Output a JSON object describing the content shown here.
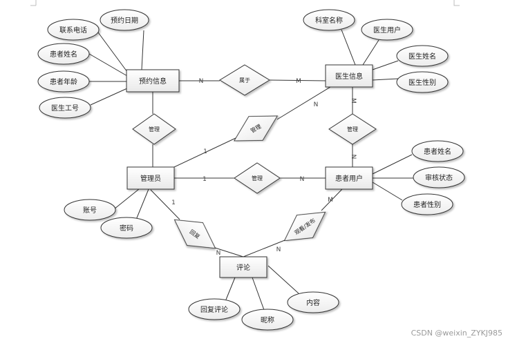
{
  "entities": [
    {
      "id": "appointment",
      "label": "预约信息"
    },
    {
      "id": "doctor",
      "label": "医生信息"
    },
    {
      "id": "admin",
      "label": "管理员"
    },
    {
      "id": "patient",
      "label": "患者用户"
    },
    {
      "id": "comment",
      "label": "评论"
    }
  ],
  "relationships": [
    {
      "id": "rel-belongs",
      "label": "属于"
    },
    {
      "id": "rel-manage-appt",
      "label": "管理"
    },
    {
      "id": "rel-manage-doctor-admin",
      "label": "管理"
    },
    {
      "id": "rel-manage-doctor-patient",
      "label": "管理"
    },
    {
      "id": "rel-manage-patient",
      "label": "管理"
    },
    {
      "id": "rel-reply",
      "label": "回复"
    },
    {
      "id": "rel-view-post",
      "label": "观看/发布"
    }
  ],
  "attributes": [
    {
      "id": "attr-appt-date",
      "label": "预约日期"
    },
    {
      "id": "attr-contact",
      "label": "联系电话"
    },
    {
      "id": "attr-appt-pname",
      "label": "患者姓名"
    },
    {
      "id": "attr-appt-page",
      "label": "患者年龄"
    },
    {
      "id": "attr-appt-docid",
      "label": "医生工号"
    },
    {
      "id": "attr-dept",
      "label": "科室名称"
    },
    {
      "id": "attr-doc-user",
      "label": "医生用户"
    },
    {
      "id": "attr-doc-name",
      "label": "医生姓名"
    },
    {
      "id": "attr-doc-sex",
      "label": "医生性别"
    },
    {
      "id": "attr-admin-account",
      "label": "账号"
    },
    {
      "id": "attr-admin-pwd",
      "label": "密码"
    },
    {
      "id": "attr-pat-name",
      "label": "患者姓名"
    },
    {
      "id": "attr-pat-status",
      "label": "审核状态"
    },
    {
      "id": "attr-pat-sex",
      "label": "患者性别"
    },
    {
      "id": "attr-reply-comment",
      "label": "回复评论"
    },
    {
      "id": "attr-nickname",
      "label": "昵称"
    },
    {
      "id": "attr-content",
      "label": "内容"
    }
  ],
  "cardinalities": [
    {
      "id": "card-appt-belongs",
      "label": "N"
    },
    {
      "id": "card-doctor-belongs",
      "label": "M"
    },
    {
      "id": "card-admin-manage-doctor",
      "label": "1"
    },
    {
      "id": "card-doctor-manage-admin",
      "label": "N"
    },
    {
      "id": "card-doctor-manage-patient",
      "label": "M"
    },
    {
      "id": "card-patient-manage-doctor",
      "label": "N"
    },
    {
      "id": "card-admin-manage-patient",
      "label": "1"
    },
    {
      "id": "card-patient-manage-admin",
      "label": "N"
    },
    {
      "id": "card-admin-reply",
      "label": "1"
    },
    {
      "id": "card-comment-reply",
      "label": "N"
    },
    {
      "id": "card-comment-view",
      "label": "N"
    },
    {
      "id": "card-patient-view",
      "label": "M"
    }
  ],
  "watermark": "CSDN @weixin_ZYKJ985"
}
